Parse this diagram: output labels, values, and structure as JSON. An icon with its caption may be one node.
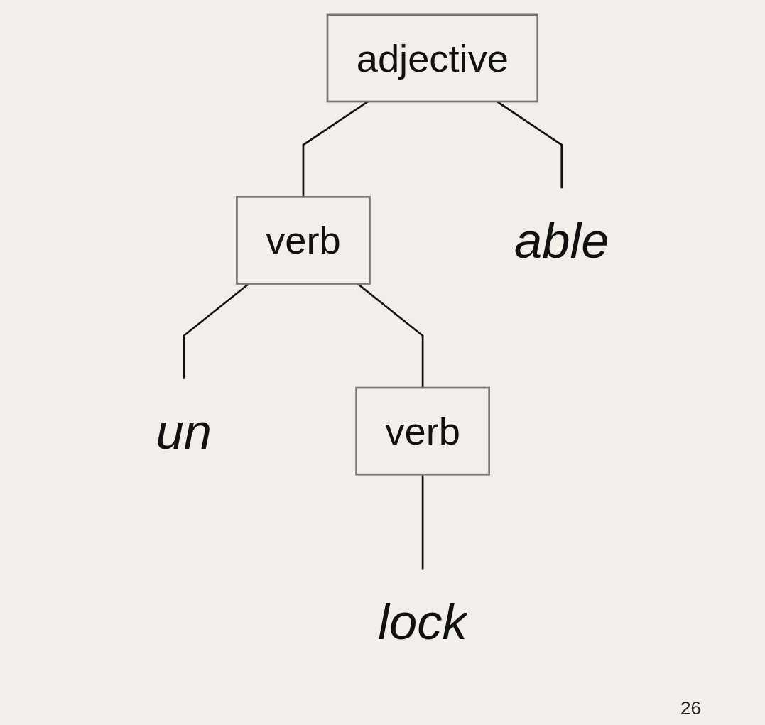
{
  "diagram": {
    "nodes": [
      {
        "text": [
          "adjective"
        ]
      },
      {
        "text": [
          "verb"
        ]
      },
      {
        "text": [
          "able"
        ]
      },
      {
        "text": [
          "un"
        ]
      },
      {
        "text": [
          "verb"
        ]
      },
      {
        "text": [
          "lock"
        ]
      }
    ],
    "edges": [
      {
        "from": 0,
        "to": 1,
        "arrow": "none"
      },
      {
        "from": 0,
        "to": 2,
        "arrow": "none"
      },
      {
        "from": 1,
        "to": 3,
        "arrow": "none"
      },
      {
        "from": 1,
        "to": 4,
        "arrow": "none"
      },
      {
        "from": 4,
        "to": 5,
        "arrow": "none"
      }
    ],
    "labels": [
      "26"
    ]
  }
}
